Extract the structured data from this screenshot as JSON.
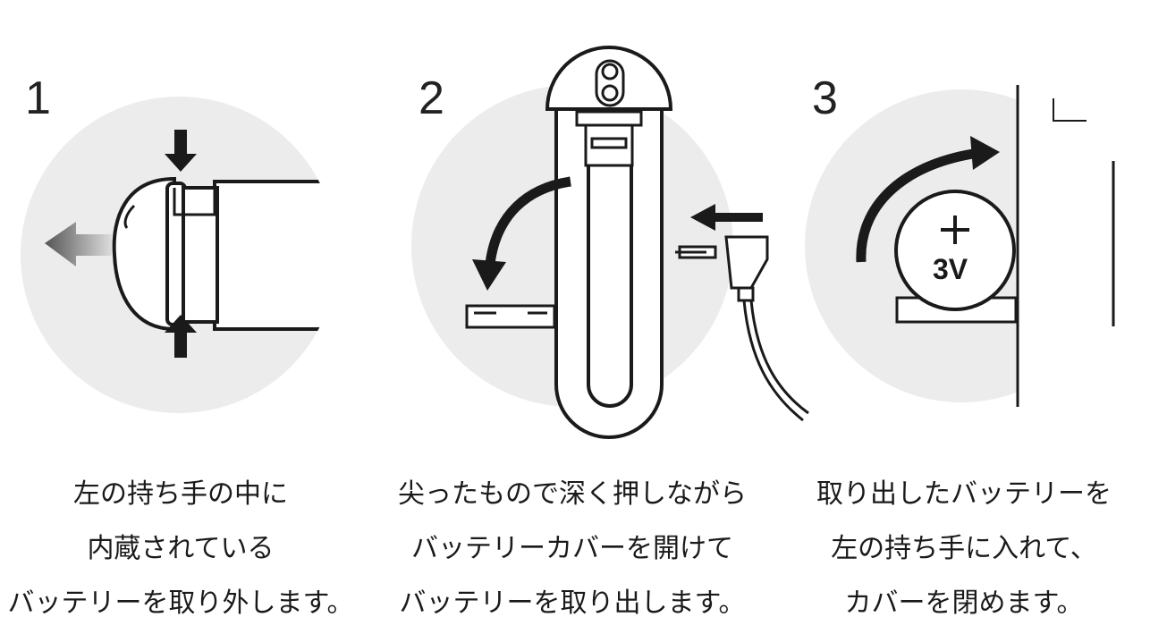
{
  "steps": [
    {
      "number": "1",
      "lines": [
        "左の持ち手の中に",
        "内蔵されている",
        "バッテリーを取り外します。"
      ]
    },
    {
      "number": "2",
      "lines": [
        "尖ったもので深く押しながら",
        "バッテリーカバーを開けて",
        "バッテリーを取り出します。"
      ]
    },
    {
      "number": "3",
      "lines": [
        "取り出したバッテリーを",
        "左の持ち手に入れて、",
        "カバーを閉めます。"
      ]
    }
  ],
  "battery": {
    "polarity": "+",
    "voltage": "3V"
  },
  "colors": {
    "circle": "#ececec",
    "line": "#1a1a1a"
  }
}
